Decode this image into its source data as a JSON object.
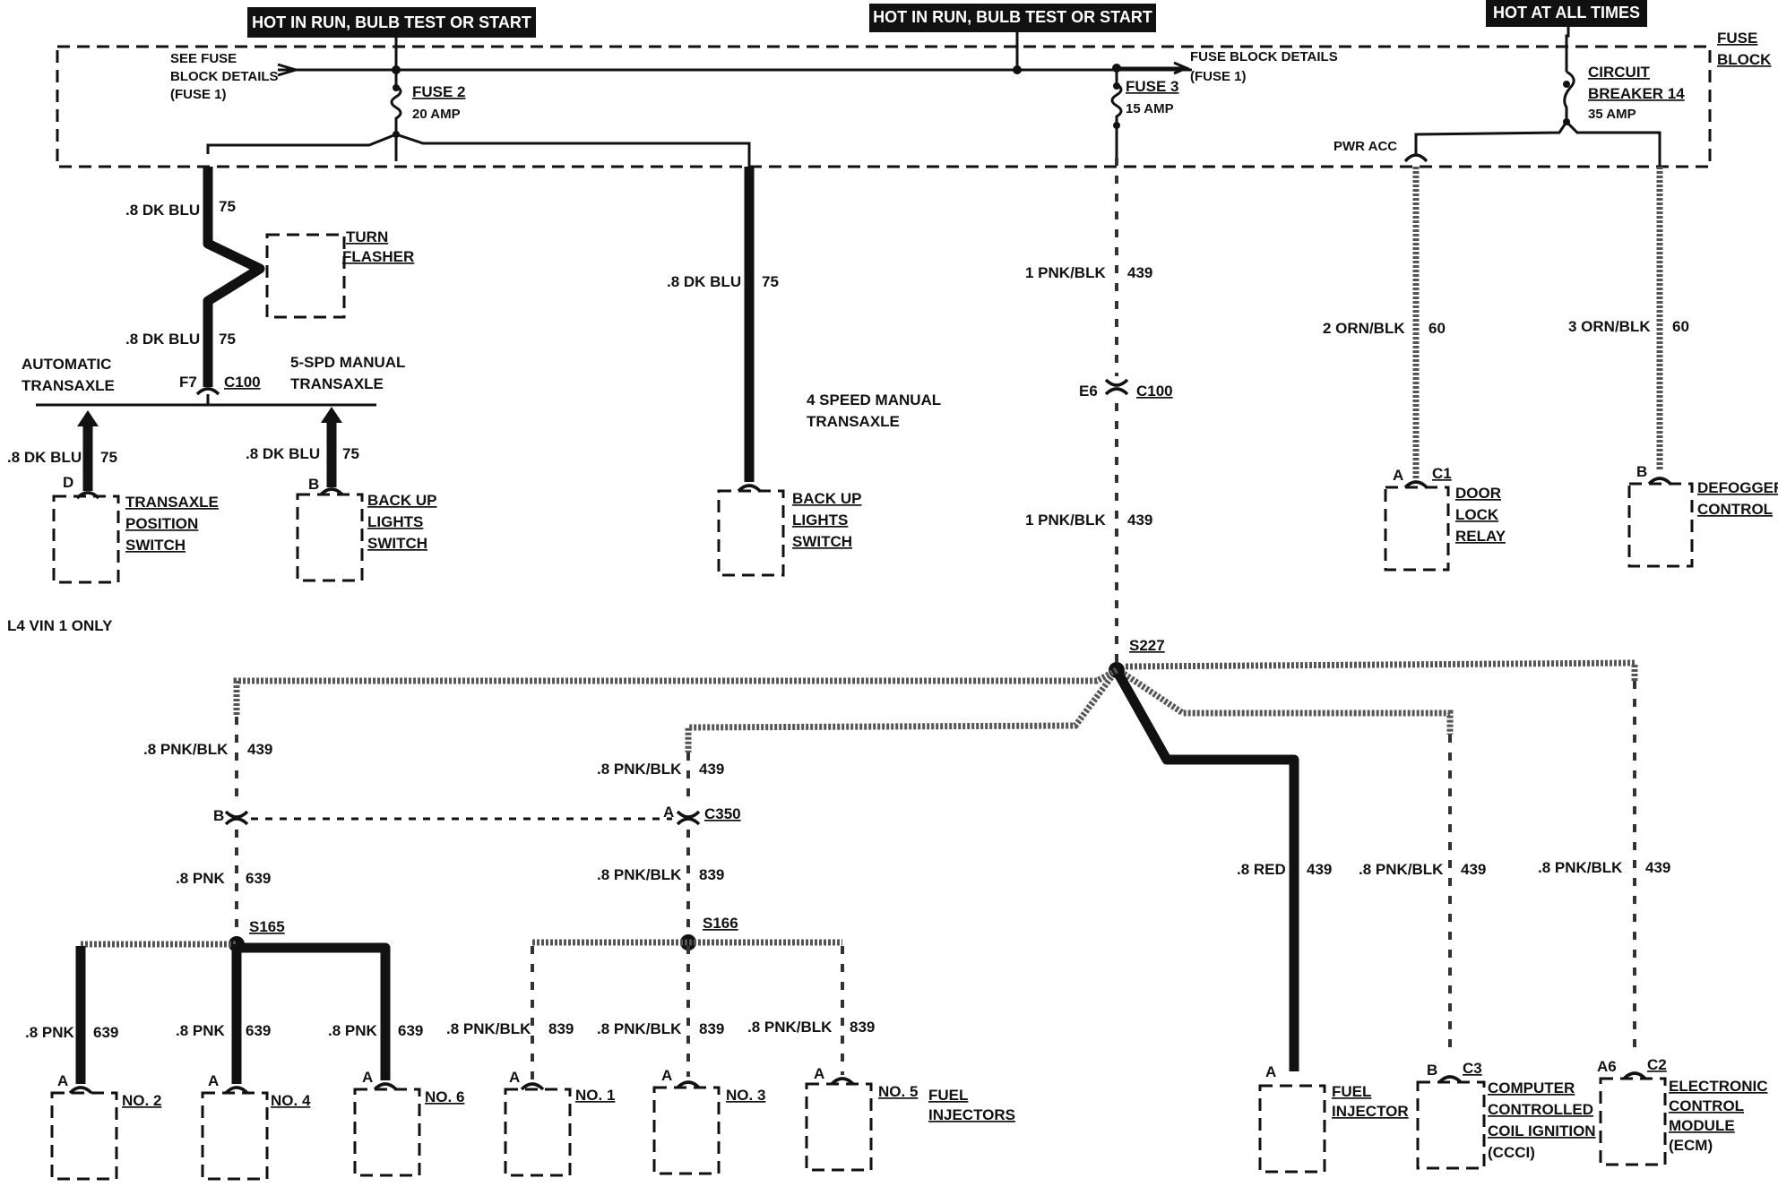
{
  "headers": {
    "left": "HOT IN RUN, BULB TEST OR START",
    "middle": "HOT IN RUN, BULB TEST OR START",
    "right": "HOT AT ALL TIMES"
  },
  "fuse_block": {
    "label_line1": "FUSE",
    "label_line2": "BLOCK",
    "see_fuse_line1": "SEE FUSE",
    "see_fuse_line2": "BLOCK DETAILS",
    "see_fuse_line3": "(FUSE 1)",
    "fuse_details_line1": "FUSE BLOCK DETAILS",
    "fuse_details_line2": "(FUSE 1)",
    "fuse2_name": "FUSE 2",
    "fuse2_rating": "20 AMP",
    "fuse3_name": "FUSE 3",
    "fuse3_rating": "15 AMP",
    "cb_line1": "CIRCUIT",
    "cb_line2": "BREAKER 14",
    "cb_rating": "35 AMP",
    "pwr_acc": "PWR ACC"
  },
  "left_section": {
    "wire1_label": ".8 DK BLU",
    "wire1_circuit": "75",
    "turn_flasher_line1": "TURN",
    "turn_flasher_line2": "FLASHER",
    "wire2_label": ".8 DK BLU",
    "wire2_circuit": "75",
    "auto_trans_line1": "AUTOMATIC",
    "auto_trans_line2": "TRANSAXLE",
    "manual5_line1": "5-SPD MANUAL",
    "manual5_line2": "TRANSAXLE",
    "c100_pin": "F7",
    "c100_name": "C100",
    "wire3_label": ".8 DK BLU",
    "wire3_circuit": "75",
    "wire4_label": ".8 DK BLU",
    "wire4_circuit": "75",
    "tps_pin": "D",
    "tps_line1": "TRANSAXLE",
    "tps_line2": "POSITION",
    "tps_line3": "SWITCH",
    "bul_pin": "B",
    "bul_line1": "BACK UP",
    "bul_line2": "LIGHTS",
    "bul_line3": "SWITCH",
    "mid_wire_label": ".8 DK BLU",
    "mid_wire_circuit": "75",
    "manual4_line1": "4 SPEED MANUAL",
    "manual4_line2": "TRANSAXLE",
    "bul2_line1": "BACK UP",
    "bul2_line2": "LIGHTS",
    "bul2_line3": "SWITCH"
  },
  "center_section": {
    "wire_a_label": "1 PNK/BLK",
    "wire_a_circuit": "439",
    "c100_pin": "E6",
    "c100_name": "C100",
    "wire_b_label": "1 PNK/BLK",
    "wire_b_circuit": "439",
    "splice": "S227"
  },
  "right_top": {
    "wire1_label": "2 ORN/BLK",
    "wire1_circuit": "60",
    "wire2_label": "3 ORN/BLK",
    "wire2_circuit": "60",
    "dlr_pin": "A",
    "dlr_conn": "C1",
    "dlr_line1": "DOOR",
    "dlr_line2": "LOCK",
    "dlr_line3": "RELAY",
    "def_pin": "B",
    "def_line1": "DEFOGGER",
    "def_line2": "CONTROL"
  },
  "lower_section": {
    "l4_note": "L4 VIN 1 ONLY",
    "w_left_label": ".8 PNK/BLK",
    "w_left_circuit": "439",
    "w_mid_label": ".8 PNK/BLK",
    "w_mid_circuit": "439",
    "c350_pin_b": "B",
    "c350_pin_a": "A",
    "c350_name": "C350",
    "w_639_label": ".8 PNK",
    "w_639_circuit": "639",
    "w_839_label": ".8 PNK/BLK",
    "w_839_circuit": "839",
    "s165": "S165",
    "s166": "S166",
    "inj_wire_label": ".8 PNK",
    "inj_wire_circuit": "639",
    "inj2_wire_label": ".8 PNK/BLK",
    "inj2_wire_circuit": "839",
    "pin_a": "A",
    "no2": "NO. 2",
    "no4": "NO. 4",
    "no6": "NO. 6",
    "no1": "NO. 1",
    "no3": "NO. 3",
    "no5": "NO. 5",
    "fuel_inj_line1": "FUEL",
    "fuel_inj_line2": "INJECTORS",
    "red_label": ".8 RED",
    "red_circuit": "439",
    "ccci_wire_label": ".8 PNK/BLK",
    "ccci_wire_circuit": "439",
    "ecm_wire_label": ".8 PNK/BLK",
    "ecm_wire_circuit": "439",
    "fi_pin": "A",
    "fi_line1": "FUEL",
    "fi_line2": "INJECTOR",
    "ccci_pin": "B",
    "ccci_conn": "C3",
    "ccci_line1": "COMPUTER",
    "ccci_line2": "CONTROLLED",
    "ccci_line3": "COIL IGNITION",
    "ccci_line4": "(CCCI)",
    "ecm_pin": "A6",
    "ecm_conn": "C2",
    "ecm_line1": "ELECTRONIC",
    "ecm_line2": "CONTROL",
    "ecm_line3": "MODULE",
    "ecm_line4": "(ECM)"
  }
}
